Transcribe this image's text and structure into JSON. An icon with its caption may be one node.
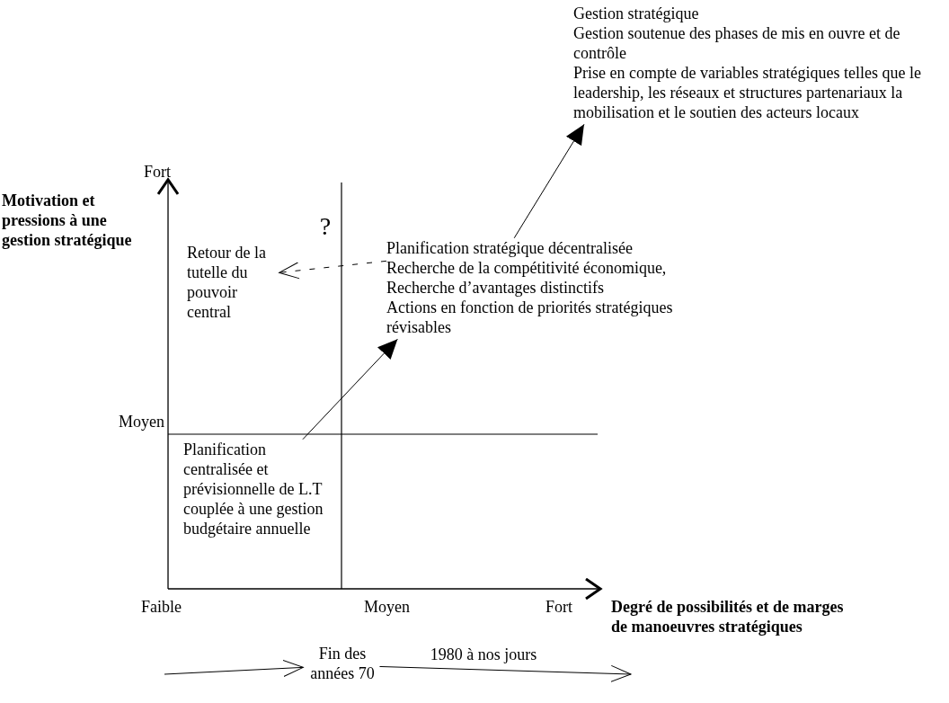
{
  "diagram": {
    "nodes": [
      {
        "text": [
          "Planification centralisée et prévisionnelle de L.T couplée à une gestion budgétaire annuelle"
        ]
      },
      {
        "text": [
          "Planification stratégique décentralisée",
          "Recherche de la compétitivité économique,",
          "Recherche d’avantages distinctifs",
          "Actions en fonction de priorités stratégiques révisables"
        ]
      },
      {
        "text": [
          "Gestion stratégique",
          "Gestion soutenue des phases de mis en ouvre et de contrôle",
          "Prise en compte de variables stratégiques telles que le leadership, les réseaux et structures partenariaux la mobilisation et le soutien des acteurs locaux"
        ]
      },
      {
        "text": [
          "Retour de la tutelle du pouvoir central"
        ]
      },
      {
        "text": [
          "Fin des années 70"
        ]
      }
    ],
    "edges": [
      {
        "from": 0,
        "to": 1,
        "arrow": "to"
      },
      {
        "from": 1,
        "to": 2,
        "arrow": "to"
      },
      {
        "from": 1,
        "to": 3,
        "arrow": "to",
        "style": "dashed",
        "label": "?"
      },
      {
        "from": null,
        "to": 4,
        "arrow": "to"
      },
      {
        "from": 4,
        "to": null,
        "arrow": "to",
        "label": "1980 à nos jours"
      }
    ],
    "labels": [
      "Fort",
      "Motivation et pressions à une gestion stratégique",
      "Moyen",
      "Faible",
      "Moyen",
      "Fort",
      "Degré de possibilités et de marges de manoeuvres stratégiques"
    ]
  }
}
